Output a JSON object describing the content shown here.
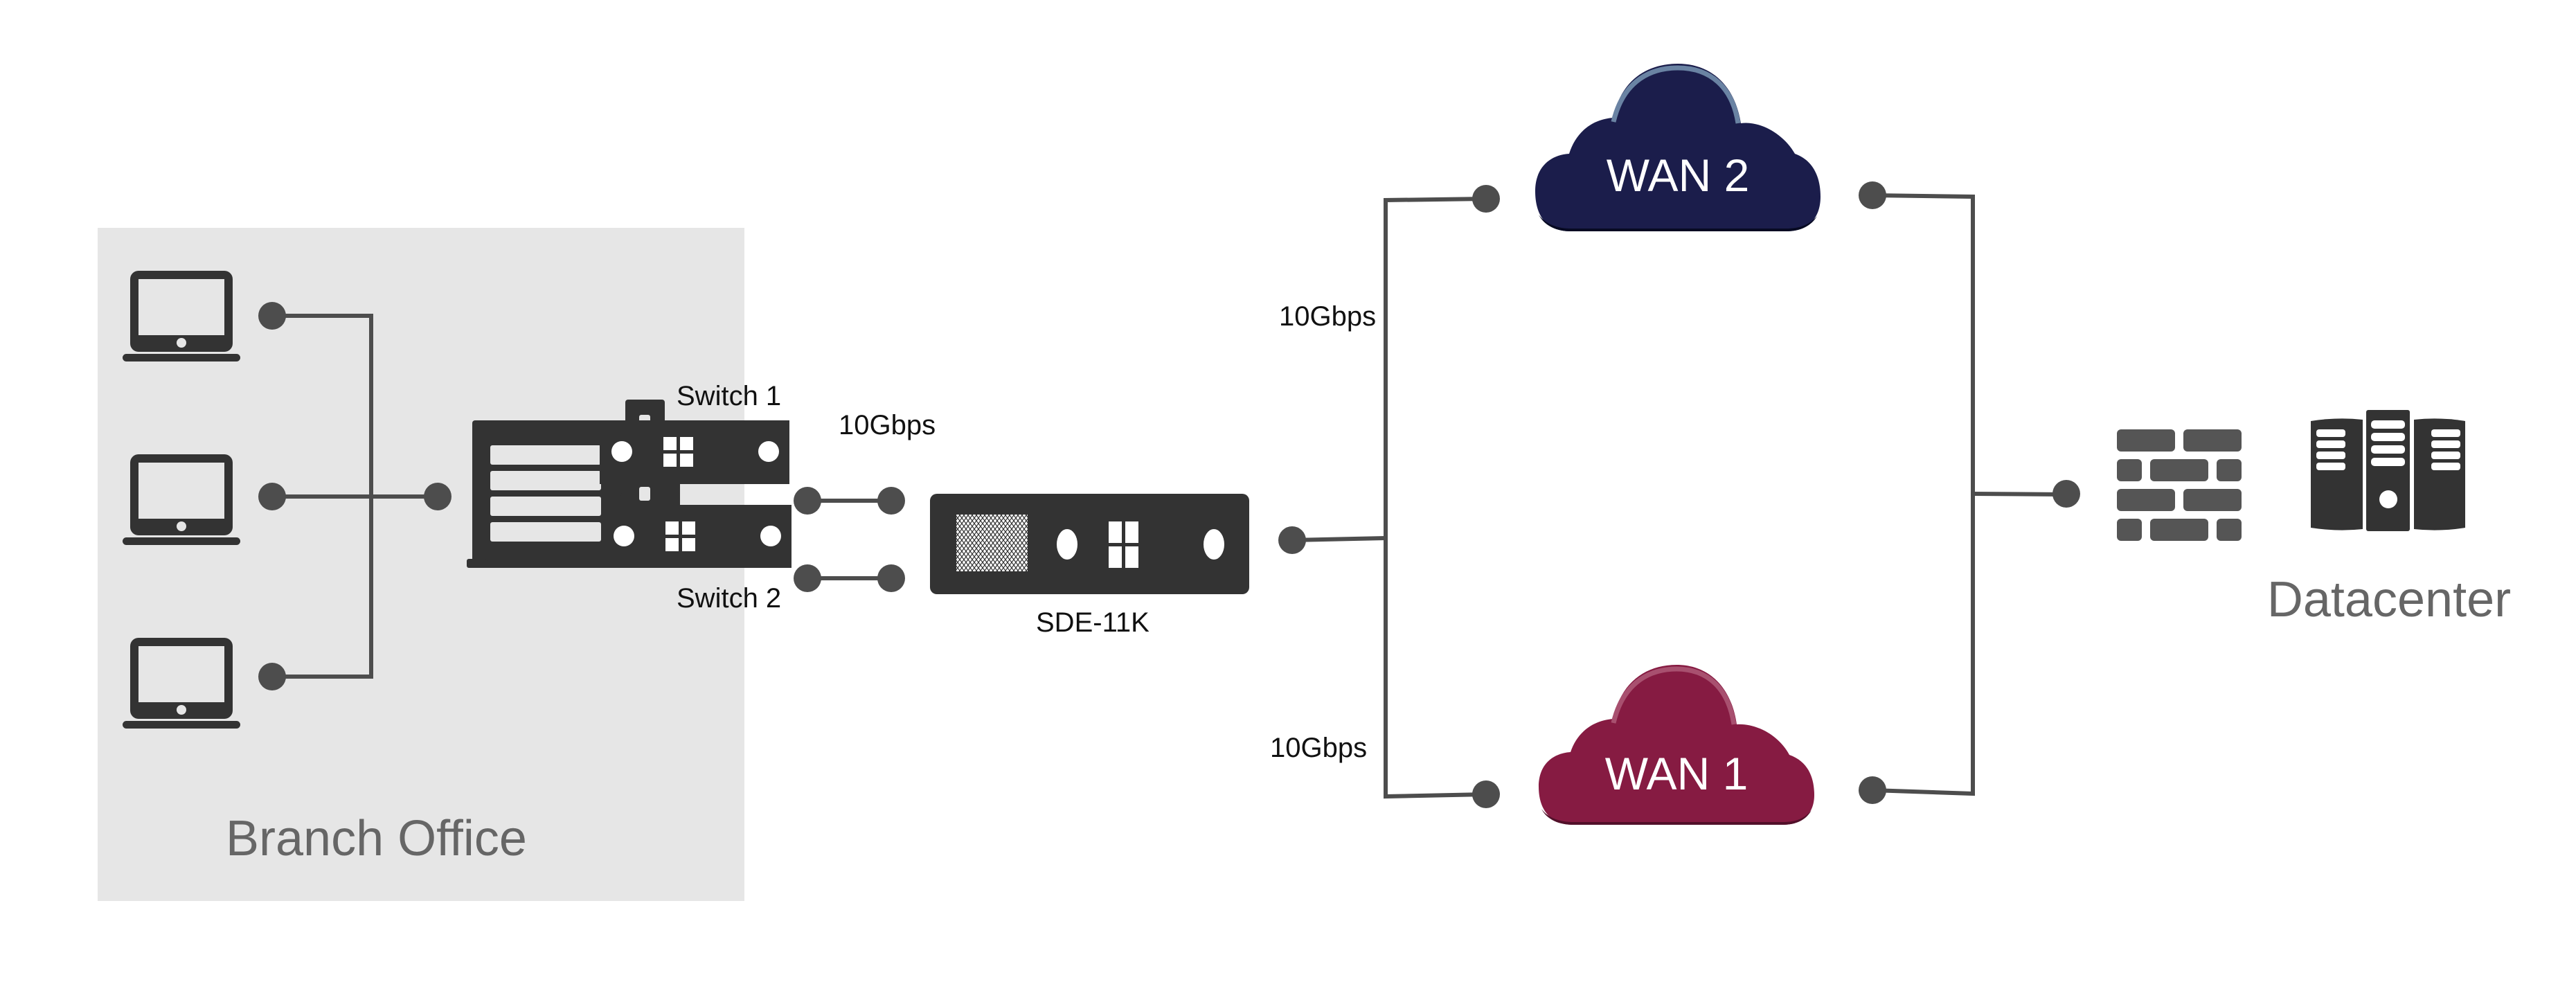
{
  "diagram": {
    "zones": {
      "branch_office": "Branch Office",
      "datacenter": "Datacenter"
    },
    "devices": {
      "laptops": [
        {
          "name": "Laptop 1",
          "icon": "laptop-icon"
        },
        {
          "name": "Laptop 2",
          "icon": "laptop-icon"
        },
        {
          "name": "Laptop 3",
          "icon": "laptop-icon"
        }
      ],
      "switch_1": "Switch 1",
      "switch_2": "Switch 2",
      "appliance": "SDE-11K",
      "firewall_icon": "firewall-icon",
      "servers_icon": "server-rack-icon"
    },
    "links": {
      "switch_to_appliance": "10Gbps",
      "to_wan2": "10Gbps",
      "to_wan1": "10Gbps"
    },
    "clouds": {
      "wan2": {
        "label": "WAN 2",
        "color": "#1b1d4b",
        "highlight": "#6a83a3"
      },
      "wan1": {
        "label": "WAN 1",
        "color": "#861b42",
        "highlight": "#a8506f"
      }
    },
    "colors": {
      "zone_bg": "#e6e6e6",
      "device": "#333333",
      "wire": "#4d4d4d",
      "zone_label": "#666666"
    }
  }
}
